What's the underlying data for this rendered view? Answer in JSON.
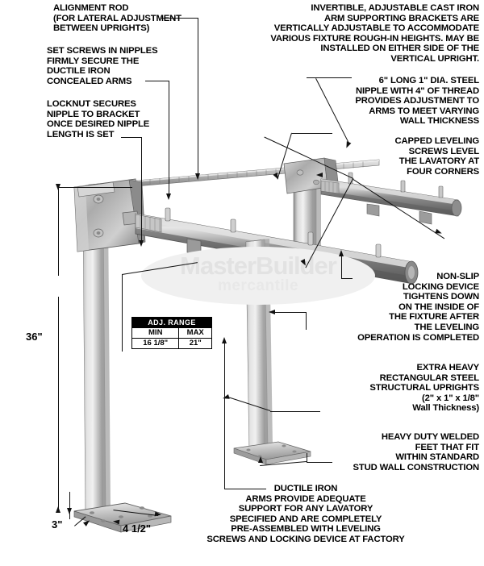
{
  "document": {
    "type": "technical-illustration",
    "subject": "Concealed arm lavatory carrier with adjustable cast iron arms"
  },
  "callouts": {
    "alignment_rod": "ALIGNMENT ROD\n(FOR LATERAL ADJUSTMENT\nBETWEEN UPRIGHTS)",
    "set_screws": "SET SCREWS IN NIPPLES\nFIRMLY SECURE THE\nDUCTILE IRON\nCONCEALED ARMS",
    "locknut": "LOCKNUT SECURES\nNIPPLE TO BRACKET\nONCE DESIRED NIPPLE\nLENGTH IS SET",
    "invertible_brackets": "INVERTIBLE, ADJUSTABLE CAST IRON\nARM SUPPORTING BRACKETS ARE\nVERTICALLY ADJUSTABLE TO ACCOMMODATE\nVARIOUS FIXTURE ROUGH-IN HEIGHTS. MAY BE\nINSTALLED ON EITHER SIDE OF THE\nVERTICAL UPRIGHT.",
    "steel_nipple": "6\" LONG 1\" DIA. STEEL\nNIPPLE WITH 4\" OF THREAD\nPROVIDES ADJUSTMENT TO\nARMS TO MEET VARYING\nWALL THICKNESS",
    "capped_leveling_screws": "CAPPED LEVELING\nSCREWS LEVEL\nTHE LAVATORY AT\nFOUR CORNERS",
    "non_slip_locking": "NON-SLIP\nLOCKING DEVICE\nTIGHTENS DOWN\nON THE INSIDE OF\nTHE FIXTURE AFTER\nTHE LEVELING\nOPERATION IS COMPLETED",
    "uprights": "EXTRA HEAVY\nRECTANGULAR STEEL\nSTRUCTURAL UPRIGHTS\n(2\" x 1\" x 1/8\"\nWall Thickness)",
    "welded_feet": "HEAVY DUTY WELDED\nFEET THAT FIT\nWITHIN STANDARD\nSTUD WALL CONSTRUCTION",
    "ductile_iron_arms": "DUCTILE IRON\nARMS PROVIDE ADEQUATE\nSUPPORT FOR ANY LAVATORY\nSPECIFIED AND ARE COMPLETELY\nPRE-ASSEMBLED WITH LEVELING\nSCREWS AND LOCKING DEVICE AT FACTORY"
  },
  "dimensions": {
    "upright_height": "36\"",
    "foot_height": "3\"",
    "foot_width": "4 1/2\""
  },
  "adj_table": {
    "title": "ADJ. RANGE",
    "headers": [
      "MIN",
      "MAX"
    ],
    "values": [
      "16 1/8\"",
      "21\""
    ]
  },
  "watermark": {
    "line1": "MasterBuilder",
    "line2": "mercantile"
  },
  "colors": {
    "text": "#000000",
    "background": "#ffffff",
    "table_header_bg": "#000000",
    "table_header_text": "#ffffff",
    "leader_line": "#111111",
    "watermark": "#e2e2e2",
    "metal_light": "#e8e8e8",
    "metal_mid": "#9b9b9b",
    "metal_dark": "#6a6a6a"
  }
}
